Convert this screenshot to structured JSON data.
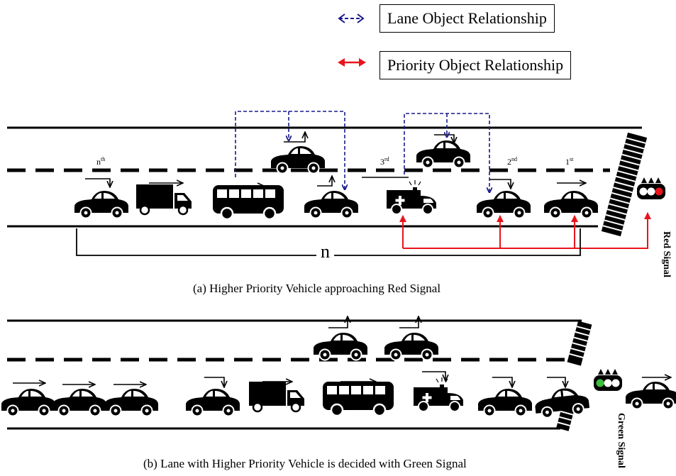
{
  "legend": {
    "lane": "Lane Object Relationship",
    "priority": "Priority Object Relationship"
  },
  "labels": {
    "nth": "n",
    "nth_sup": "th",
    "third": "3",
    "third_sup": "rd",
    "second": "2",
    "second_sup": "nd",
    "first": "1",
    "first_sup": "st",
    "n": "n"
  },
  "signals": {
    "red": "Red Signal",
    "green": "Green Signal"
  },
  "captions": {
    "a": "(a) Higher Priority Vehicle approaching Red Signal",
    "b": "(b) Lane with Higher Priority Vehicle is decided with Green Signal"
  },
  "colors": {
    "lane_relationship": "#1a1a8c",
    "priority_relationship": "#e8141c",
    "signal_red": "#e8141c",
    "signal_green": "#3cc03c"
  },
  "icons": [
    "car-icon",
    "truck-icon",
    "bus-icon",
    "ambulance-icon",
    "traffic-light-icon",
    "crosswalk-icon"
  ]
}
